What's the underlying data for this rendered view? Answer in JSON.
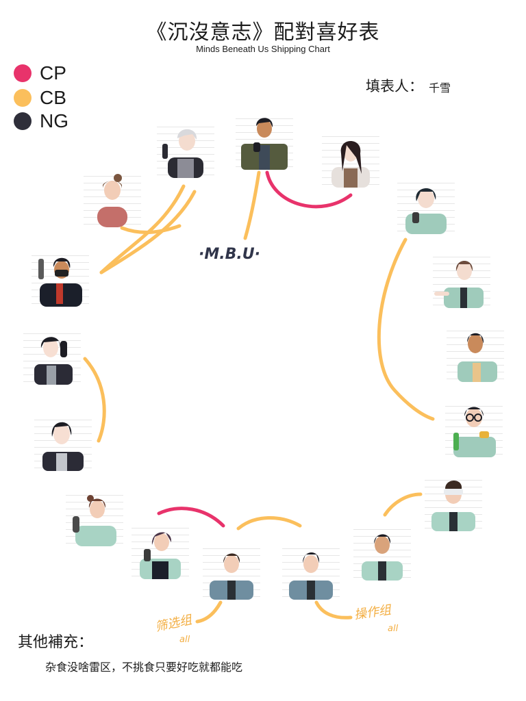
{
  "header": {
    "title": "《沉沒意志》配對喜好表",
    "subtitle": "Minds Beneath Us Shipping Chart"
  },
  "legend": [
    {
      "label": "CP",
      "color": "#e8336b"
    },
    {
      "label": "CB",
      "color": "#fbbf5c"
    },
    {
      "label": "NG",
      "color": "#2f2f3a"
    }
  ],
  "filler": {
    "label": "填表人：",
    "name": "千雪"
  },
  "annotations": {
    "mbu": "·M.B.U·",
    "group_a": "筛选组",
    "group_a_sub": "all",
    "group_b": "操作组",
    "group_b_sub": "all"
  },
  "notes": {
    "title": "其他補充：",
    "text": "杂食没啥雷区，不挑食只要好吃就都能吃"
  },
  "colors": {
    "cp": "#e8336b",
    "cb": "#fbbf5c",
    "ng": "#2f2f3a",
    "skin": "#f7dfd3",
    "skin_dark": "#c98a5b",
    "hair": "#1d1d24",
    "uniform": "#8fc3b4",
    "uniform_dark": "#2a3035"
  }
}
